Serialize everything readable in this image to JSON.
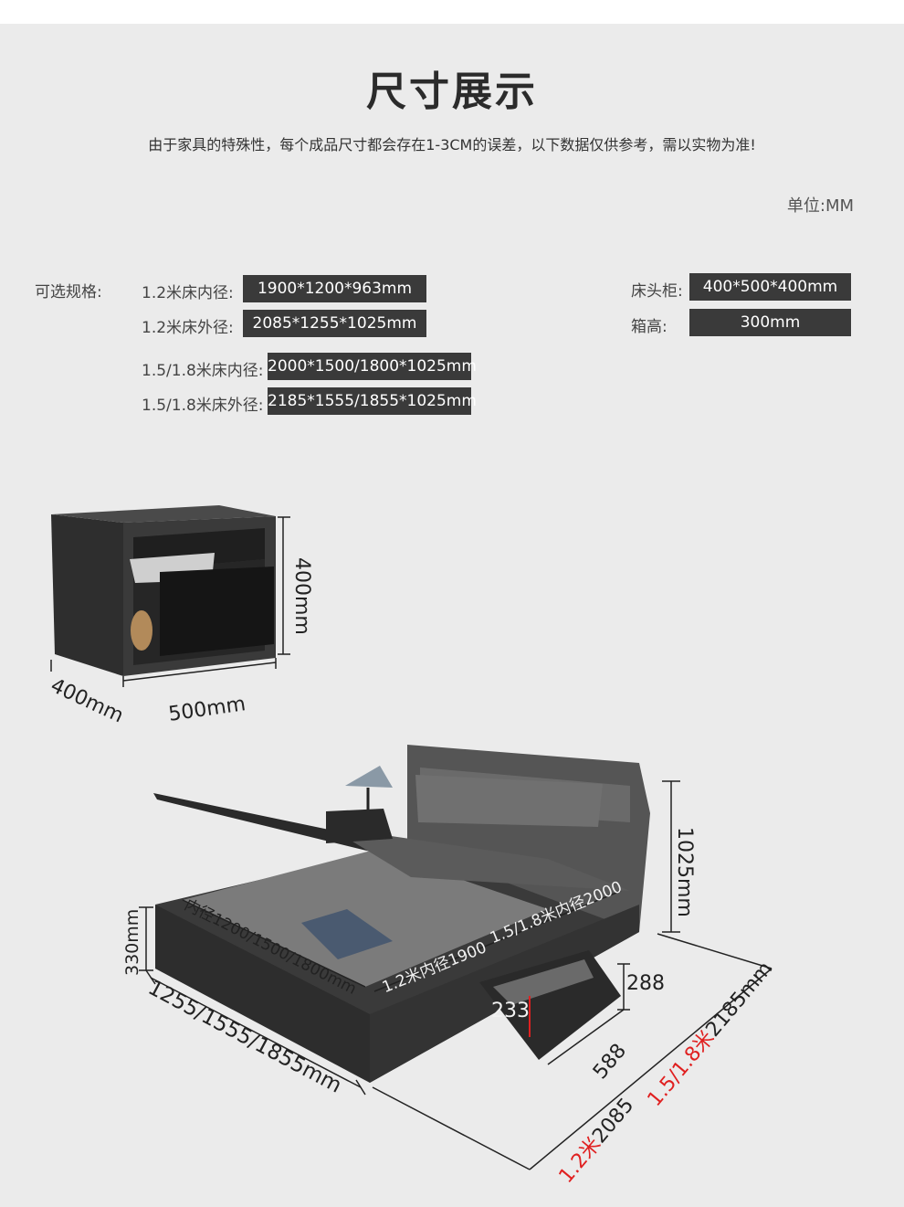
{
  "header": {
    "title": "尺寸展示",
    "subtitle": "由于家具的特殊性，每个成品尺寸都会存在1-3CM的误差，以下数据仅供参考，需以实物为准!",
    "unit": "单位:MM"
  },
  "specs": {
    "heading": "可选规格:",
    "rows": [
      {
        "label": "1.2米床内径:",
        "value": "1900*1200*963mm"
      },
      {
        "label": "1.2米床外径:",
        "value": "2085*1255*1025mm"
      },
      {
        "label": "1.5/1.8米床内径:",
        "value": "2000*1500/1800*1025mm"
      },
      {
        "label": "1.5/1.8米床外径:",
        "value": "2185*1555/1855*1025mm"
      }
    ],
    "side": [
      {
        "label": "床头柜:",
        "value": "400*500*400mm"
      },
      {
        "label": "箱高:",
        "value": "300mm"
      }
    ]
  },
  "nightstand_dims": {
    "height": "400mm",
    "depth": "400mm",
    "width": "500mm"
  },
  "bed_dims": {
    "height": "1025mm",
    "box_height": "330mm",
    "inner_width": "内径1200/1500/1800mm",
    "inner_length_12": "1.2米内径1900",
    "inner_length_15": "1.5/1.8米内径2000",
    "outer_width": "1255/1555/1855mm",
    "drawer_height": "288",
    "drawer_inner": "233",
    "drawer_depth": "588",
    "outer_length_15_prefix": "1.5/1.8米",
    "outer_length_15_value": "2185mm",
    "outer_length_12_prefix": "1.2米",
    "outer_length_12_value": "2085"
  },
  "colors": {
    "background": "#ebebeb",
    "box": "#3a3a3a",
    "accent_red": "#e02020"
  }
}
